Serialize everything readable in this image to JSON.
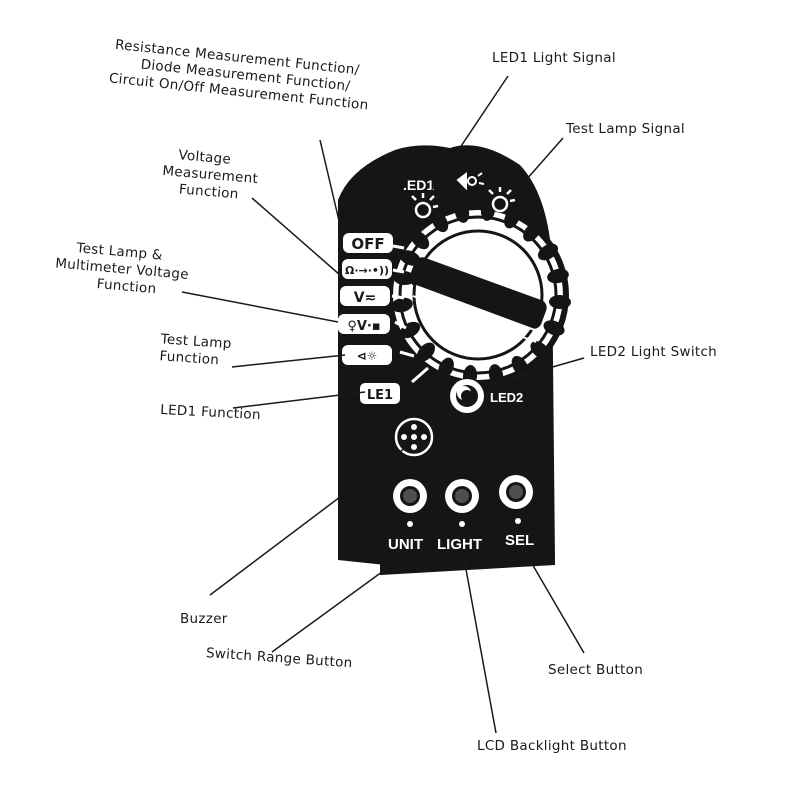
{
  "callouts": {
    "resistance": [
      "Resistance Measurement Function/",
      "Diode Measurement Function/",
      "Circuit On/Off Measurement Function"
    ],
    "led1_signal": "LED1 Light Signal",
    "test_lamp_signal": "Test Lamp Signal",
    "voltage": [
      "Voltage",
      "Measurement",
      "Function"
    ],
    "test_lamp_multi": [
      "Test Lamp &",
      "Multimeter Voltage",
      "Function"
    ],
    "test_lamp": [
      "Test Lamp",
      "Function"
    ],
    "led1_function": "LED1 Function",
    "led2_switch": "LED2 Light Switch",
    "buzzer": "Buzzer",
    "switch_range": "Switch Range Button",
    "select": "Select Button",
    "lcd_backlight": "LCD Backlight Button"
  },
  "panel": {
    "led1_top": ".ED1",
    "led2": "LED2",
    "unit": "UNIT",
    "light": "LIGHT",
    "sel": "SEL",
    "dial": {
      "off": "OFF",
      "ohm": "Ω·→·•))",
      "volt": "V≂",
      "lamp_volt": "♀V·▪",
      "lamp": "⊲☼",
      "led": "LE1"
    }
  },
  "icons": [
    "bulb-icon",
    "lamp-icon",
    "buzzer-icon"
  ]
}
